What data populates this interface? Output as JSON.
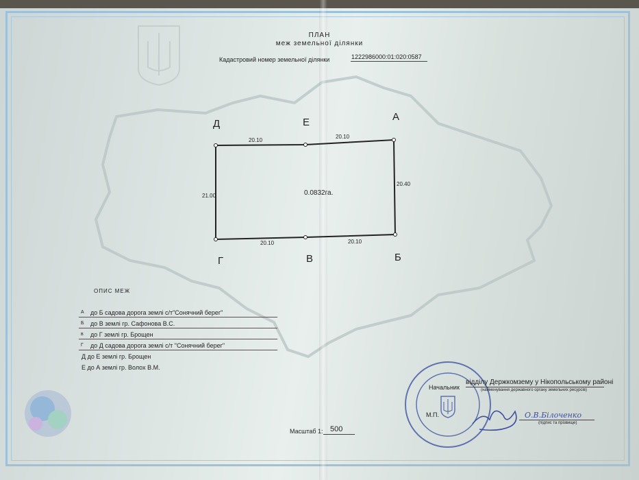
{
  "header": {
    "title": "ПЛАН",
    "subtitle": "меж земельної ділянки",
    "cadastral_label": "Кадастровий номер земельної ділянки",
    "cadastral_number": "1222986000:01:020:0587"
  },
  "plot": {
    "area": "0.0832га.",
    "points": {
      "A": "А",
      "B": "Б",
      "V": "В",
      "G": "Г",
      "D": "Д",
      "E": "Е"
    },
    "dims": {
      "top_left": "20.10",
      "top_right": "20.10",
      "right": "20.40",
      "left": "21.00",
      "bottom_left": "20.10",
      "bottom_right": "20.10"
    }
  },
  "boundaries": {
    "heading": "ОПИС МЕЖ",
    "rows": [
      {
        "letter": "А",
        "text": "до Б  садова дорога землі  с/т\"Сонячний берег\""
      },
      {
        "letter": "Б",
        "text": "до В  землі гр. Сафонова В.С."
      },
      {
        "letter": "в",
        "text": "до Г  землі гр. Брощен"
      },
      {
        "letter": "Г",
        "text": "до Д  садова дорога землі с/т \"Сонячний берег\""
      },
      {
        "letter": "",
        "text": "Д до Е  землі гр. Брощен"
      },
      {
        "letter": "",
        "text": "Е до А  землі гр. Волох В.М."
      }
    ]
  },
  "signature": {
    "head_label": "Начальник",
    "department": "відділу Держкомзему у Нікопольському районі",
    "department_note": "(найменування державного органу земельних ресурсів)",
    "seal_label": "М.П.",
    "signer": "О.В.Білоченко",
    "signer_note": "(підпис та прізвище)"
  },
  "scale": {
    "label": "Масштаб  1:",
    "value": "500"
  }
}
